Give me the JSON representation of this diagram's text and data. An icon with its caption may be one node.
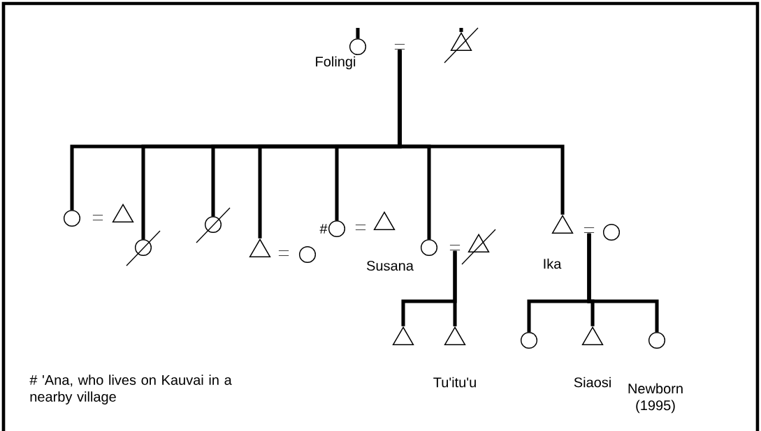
{
  "diagram": {
    "nodes": [
      {
        "text": [],
        "shape": "circle",
        "beside": [
          "Folingi"
        ]
      },
      {
        "text": [],
        "shape": "equals"
      },
      {
        "text": [],
        "shape": "triangle"
      },
      {
        "text": [],
        "shape": "circle"
      },
      {
        "text": [],
        "shape": "equals"
      },
      {
        "text": [],
        "shape": "triangle"
      },
      {
        "text": [],
        "shape": "circle"
      },
      {
        "text": [],
        "shape": "circle"
      },
      {
        "text": [],
        "shape": "triangle"
      },
      {
        "text": [],
        "shape": "equals"
      },
      {
        "text": [],
        "shape": "circle"
      },
      {
        "text": [],
        "shape": "circle",
        "beside": [
          "#"
        ]
      },
      {
        "text": [],
        "shape": "equals"
      },
      {
        "text": [],
        "shape": "triangle"
      },
      {
        "text": [],
        "shape": "circle",
        "beside": [
          "Susana"
        ]
      },
      {
        "text": [],
        "shape": "equals"
      },
      {
        "text": [],
        "shape": "triangle"
      },
      {
        "text": [],
        "shape": "triangle",
        "beside": [
          "Ika"
        ]
      },
      {
        "text": [],
        "shape": "equals"
      },
      {
        "text": [],
        "shape": "circle"
      },
      {
        "text": [],
        "shape": "triangle"
      },
      {
        "text": [],
        "shape": "triangle",
        "beside": [
          "Tu'itu'u"
        ]
      },
      {
        "text": [],
        "shape": "circle"
      },
      {
        "text": [],
        "shape": "triangle",
        "beside": [
          "Siaosi"
        ]
      },
      {
        "text": [],
        "shape": "circle",
        "beside": [
          "Newborn (1995)"
        ]
      }
    ],
    "edges": [
      {
        "from": null,
        "to": 0,
        "arrow": "none"
      },
      {
        "from": null,
        "to": 2,
        "arrow": "none"
      },
      {
        "from": 1,
        "to": 3,
        "arrow": "none"
      },
      {
        "from": 1,
        "to": 6,
        "arrow": "none"
      },
      {
        "from": 1,
        "to": 7,
        "arrow": "none"
      },
      {
        "from": 1,
        "to": 8,
        "arrow": "none"
      },
      {
        "from": 1,
        "to": 11,
        "arrow": "none"
      },
      {
        "from": 1,
        "to": 14,
        "arrow": "none"
      },
      {
        "from": 1,
        "to": 17,
        "arrow": "none"
      },
      {
        "from": 15,
        "to": 20,
        "arrow": "none"
      },
      {
        "from": 15,
        "to": 21,
        "arrow": "none"
      },
      {
        "from": 18,
        "to": 22,
        "arrow": "none"
      },
      {
        "from": 18,
        "to": 23,
        "arrow": "none"
      },
      {
        "from": 18,
        "to": 24,
        "arrow": "none"
      }
    ],
    "labels": [
      "# 'Ana, who lives on Kauvai in a nearby village"
    ]
  }
}
